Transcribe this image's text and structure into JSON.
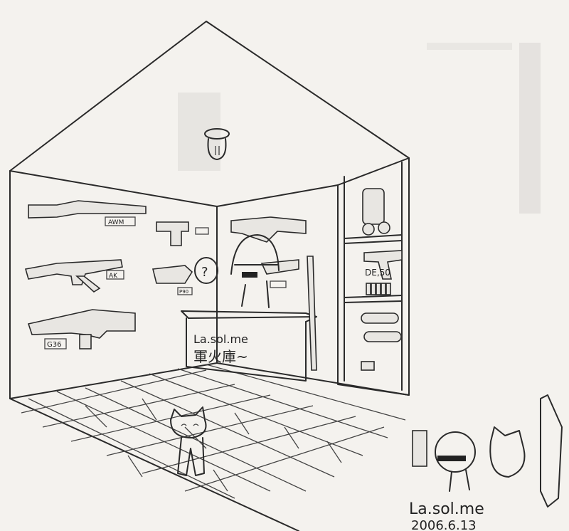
{
  "drawing": {
    "counter_sign": {
      "line1": "La.sol.me",
      "line2": "軍火庫~"
    },
    "speech_bubble": "?",
    "gun_labels": {
      "rifle_top": "AWM",
      "ak": "AK",
      "g36": "G36",
      "p90": "P90",
      "pistol": "DE,50"
    },
    "signature": {
      "name": "La.sol.me",
      "date": "2006.6.13"
    }
  }
}
